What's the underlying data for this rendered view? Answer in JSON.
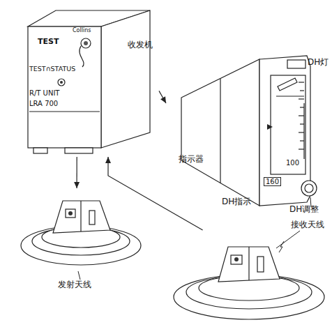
{
  "diagram": {
    "nodes": [
      {
        "text": [
          "Collins",
          "TEST",
          "TEST∩STATUS",
          "R/T UNIT",
          "LRA 700"
        ]
      },
      {
        "text": [
          "100",
          "160"
        ]
      },
      {
        "text": [
          "发射天线"
        ]
      },
      {
        "text": [
          "接收天线"
        ]
      }
    ],
    "edges": [
      {
        "from": 0,
        "to": 2,
        "arrow": "to"
      },
      {
        "from": 3,
        "to": 0,
        "arrow": "to"
      },
      {
        "from": 0,
        "to": 1,
        "arrow": "to"
      }
    ],
    "labels": [
      "收发机",
      "指示器",
      "DH灯",
      "DH指示",
      "DH调整"
    ]
  }
}
